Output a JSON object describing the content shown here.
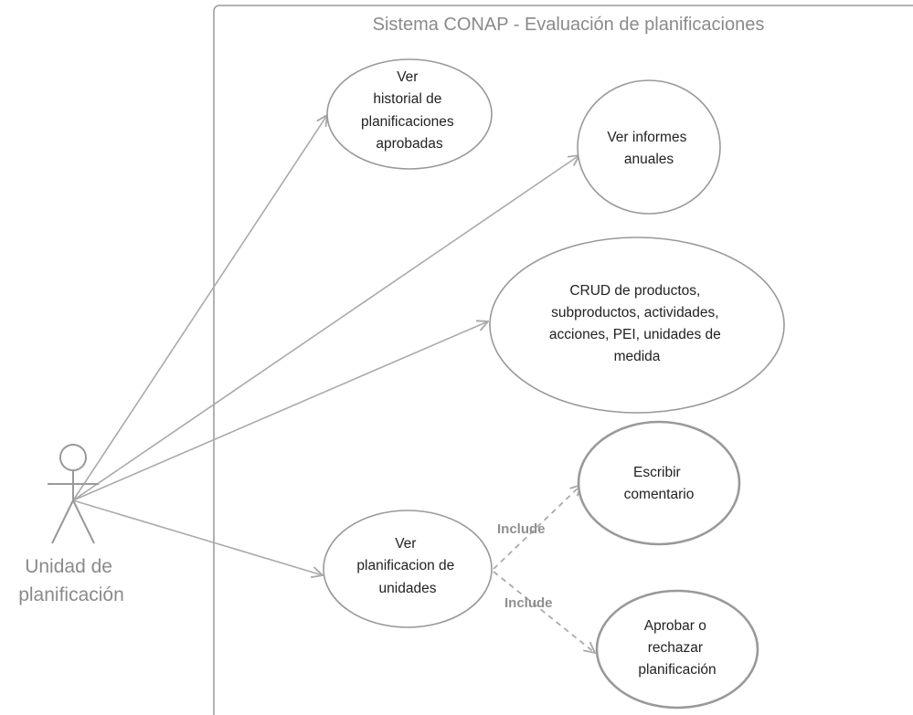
{
  "diagram": {
    "boundary_title": "Sistema CONAP - Evaluación de planificaciones",
    "actor": {
      "name_lines": [
        "Unidad de",
        "planificación"
      ]
    },
    "use_cases": [
      {
        "id": "historial",
        "lines": [
          "Ver",
          "historial de",
          "planificaciones",
          "aprobadas"
        ]
      },
      {
        "id": "informes",
        "lines": [
          "Ver informes",
          "anuales"
        ]
      },
      {
        "id": "crud",
        "lines": [
          "CRUD de productos,",
          "subproductos, actividades,",
          "acciones, PEI, unidades de",
          "medida"
        ]
      },
      {
        "id": "planificacion",
        "lines": [
          "Ver",
          "planificacion de",
          "unidades"
        ]
      },
      {
        "id": "comentario",
        "lines": [
          "Escribir",
          "comentario"
        ]
      },
      {
        "id": "aprobar",
        "lines": [
          "Aprobar o",
          "rechazar",
          "planificación"
        ]
      }
    ],
    "relations": {
      "include_1": "Include",
      "include_2": "Include"
    },
    "colors": {
      "line": "#aaaaaa",
      "stroke": "#999999",
      "text": "#222222",
      "muted": "#8a8a8a"
    }
  }
}
